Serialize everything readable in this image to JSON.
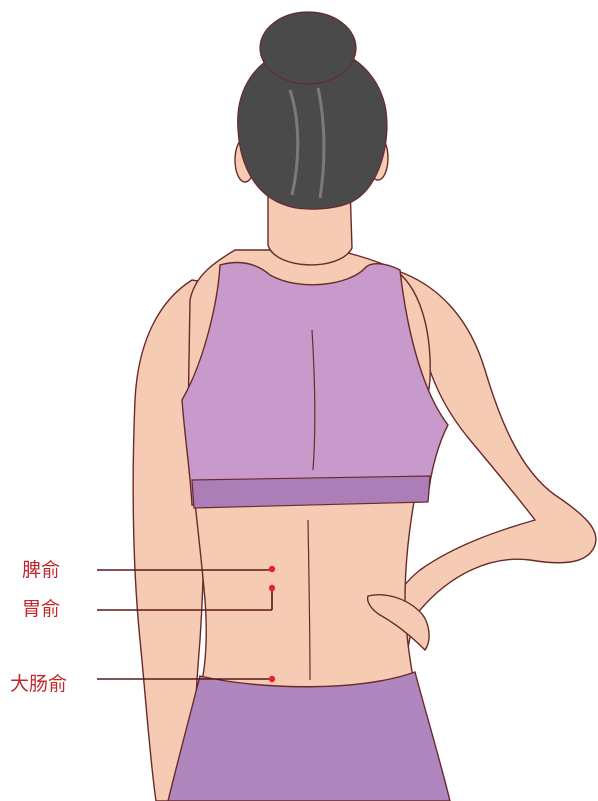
{
  "figure": {
    "subject": "woman-back-view",
    "colors": {
      "skin": "#f6cbb3",
      "skin_shadow": "#ee9f85",
      "hair": "#4a4a4a",
      "hair_shine": "#7a7a7a",
      "top_garment": "#c89acb",
      "top_band": "#ab7eb7",
      "briefs": "#b086be",
      "outline": "#6a2a2a",
      "point": "#e4232a",
      "label": "#c0292b",
      "leader_line": "#5a1818"
    }
  },
  "points": [
    {
      "id": "pishu",
      "label": "脾俞"
    },
    {
      "id": "weishu",
      "label": "胃俞"
    },
    {
      "id": "dachangshu",
      "label": "大肠俞"
    }
  ]
}
